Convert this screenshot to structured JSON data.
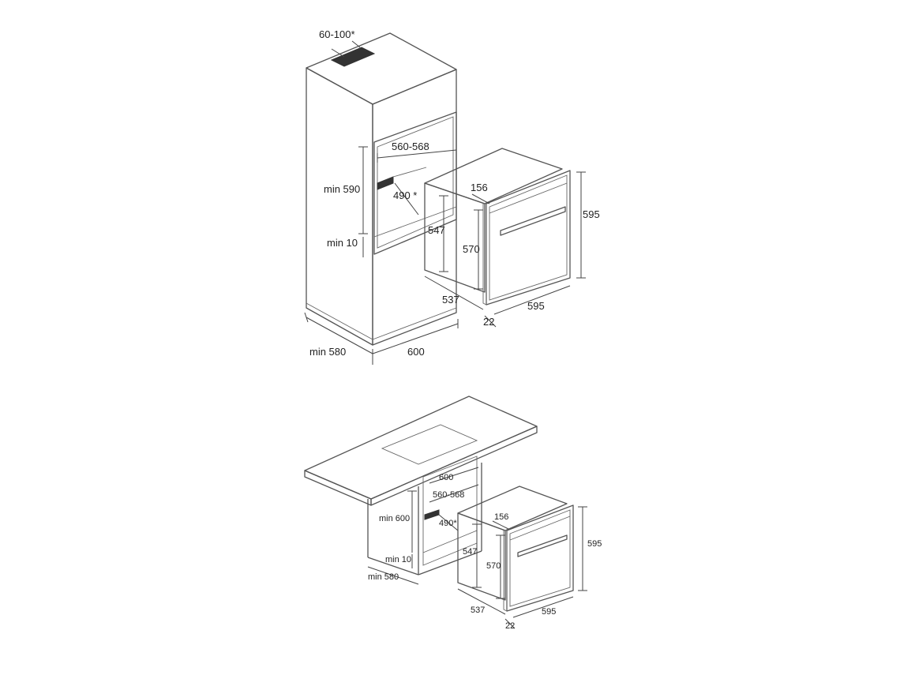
{
  "tall_unit": {
    "vent": "60-100*",
    "niche_width": "560-568",
    "rear_cutout": "490 *",
    "niche_height": "min 590",
    "gap": "min 10",
    "depth": "min 580",
    "width": "600"
  },
  "tall_oven": {
    "door_offset": "156",
    "body_height": "547",
    "front_height": "570",
    "total_height": "595",
    "depth": "537",
    "width": "595",
    "door_thickness": "22"
  },
  "under_counter": {
    "width": "600",
    "niche_width": "560-568",
    "rear_cutout": "490*",
    "niche_height": "min 600",
    "gap": "min 10",
    "depth": "min 580"
  },
  "under_oven": {
    "door_offset": "156",
    "body_height": "547",
    "front_height": "570",
    "total_height": "595",
    "depth": "537",
    "width": "595",
    "door_thickness": "22"
  }
}
